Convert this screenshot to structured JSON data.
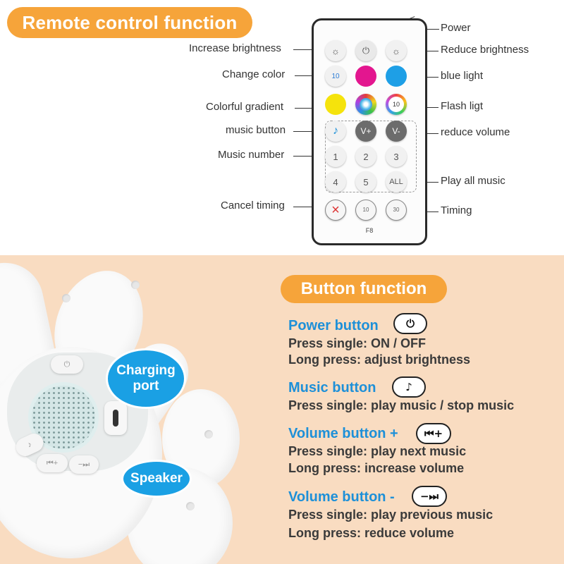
{
  "remote_section": {
    "title": "Remote control function",
    "labels_left": {
      "increase_brightness": "Increase brightness",
      "change_color": "Change color",
      "colorful_gradient": "Colorful gradient",
      "music_button": "music button",
      "music_number": "Music number",
      "cancel_timing": "Cancel timing"
    },
    "labels_right": {
      "power": "Power",
      "reduce_brightness": "Reduce brightness",
      "blue_light": "blue light",
      "flash_light": "Flash ligt",
      "reduce_volume": "reduce volume",
      "play_all_music": "Play all music",
      "timing": "Timing"
    },
    "remote": {
      "brightness_up_icon": "☼",
      "power_icon": "⏻",
      "brightness_down_icon": "☼",
      "color_cycle_label": "10",
      "flash_label": "10",
      "music_icon": "♪",
      "vol_up": "V+",
      "vol_down": "V-",
      "numbers": [
        "1",
        "2",
        "3",
        "4",
        "5"
      ],
      "all": "ALL",
      "timer_1": "10",
      "timer_2": "30",
      "model": "F8",
      "colors": {
        "magenta": "#e3168f",
        "blue": "#1e9fe6",
        "yellow": "#f5e30c"
      }
    }
  },
  "lamp": {
    "charging_port_label": "Charging port",
    "speaker_label": "Speaker"
  },
  "button_section": {
    "title": "Button function",
    "items": [
      {
        "heading": "Power button",
        "icon": "⏻",
        "lines": [
          "Press single: ON / OFF",
          "Long press: adjust brightness"
        ]
      },
      {
        "heading": "Music button",
        "icon": "♪",
        "lines": [
          "Press single: play music / stop music"
        ]
      },
      {
        "heading": "Volume button +",
        "icon": "⏮+",
        "lines": [
          "Press single: play next music",
          "Long press: increase volume"
        ]
      },
      {
        "heading": "Volume button -",
        "icon": "−⏭",
        "lines": [
          "Press single: play previous music",
          "Long press: reduce volume"
        ]
      }
    ]
  },
  "accent_colors": {
    "orange": "#f6a43a",
    "heading_blue": "#1e90d8",
    "background_peach": "#f9dcc1"
  }
}
